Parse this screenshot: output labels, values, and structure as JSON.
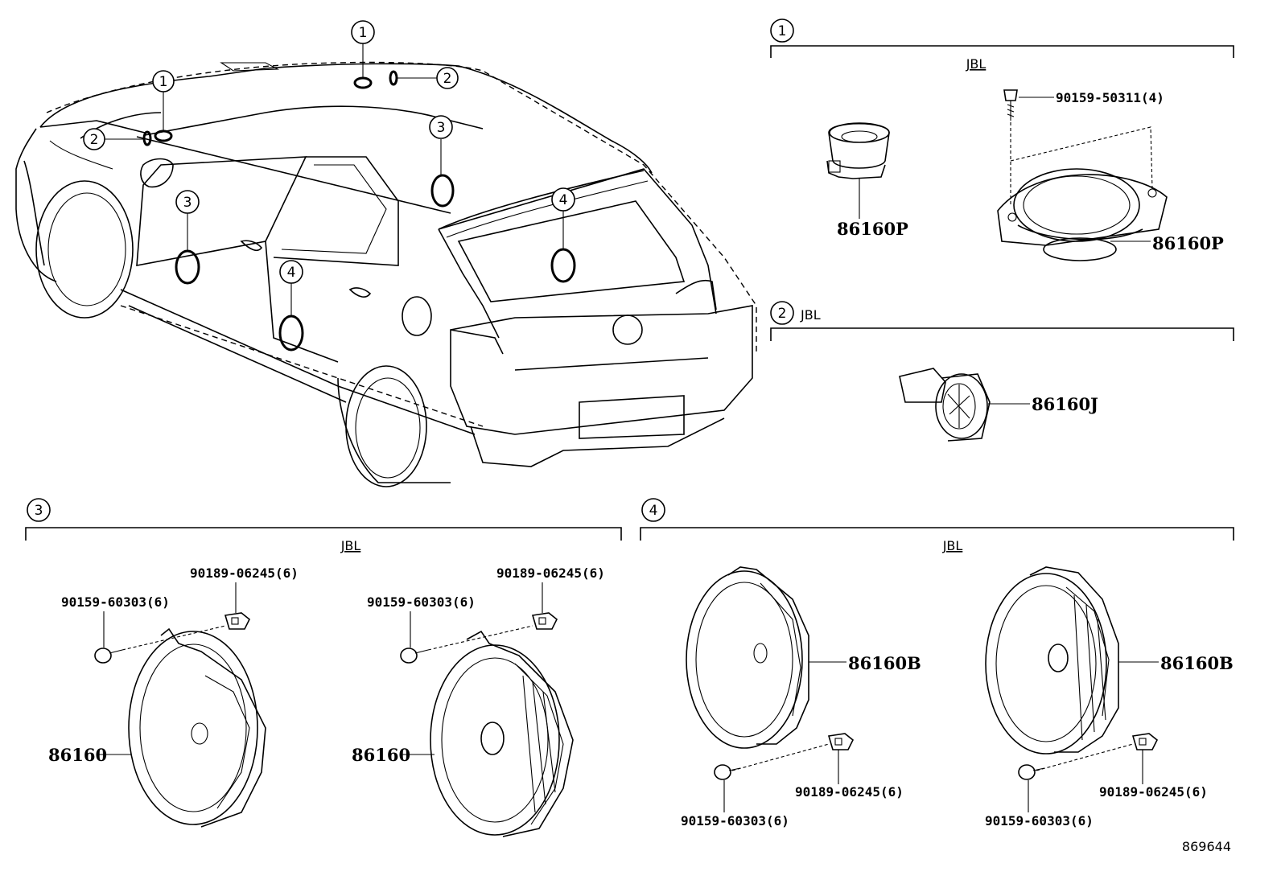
{
  "diagram_id": "869644",
  "brand_label": "JBL",
  "callouts": {
    "c1": "1",
    "c2": "2",
    "c3": "3",
    "c4": "4"
  },
  "sections": [
    {
      "callout": "1",
      "brand": "JBL",
      "parts": [
        {
          "part_number": "86160P"
        },
        {
          "part_number": "86160P"
        },
        {
          "part_number": "90159-50311(4)"
        }
      ]
    },
    {
      "callout": "2",
      "brand": "JBL",
      "parts": [
        {
          "part_number": "86160J"
        }
      ]
    },
    {
      "callout": "3",
      "brand": "JBL",
      "parts": [
        {
          "part_number": "86160"
        },
        {
          "part_number": "90159-60303(6)"
        },
        {
          "part_number": "90189-06245(6)"
        },
        {
          "part_number": "86160"
        },
        {
          "part_number": "90159-60303(6)"
        },
        {
          "part_number": "90189-06245(6)"
        }
      ]
    },
    {
      "callout": "4",
      "brand": "JBL",
      "parts": [
        {
          "part_number": "86160B"
        },
        {
          "part_number": "90189-06245(6)"
        },
        {
          "part_number": "90159-60303(6)"
        },
        {
          "part_number": "86160B"
        },
        {
          "part_number": "90189-06245(6)"
        },
        {
          "part_number": "90159-60303(6)"
        }
      ]
    }
  ]
}
